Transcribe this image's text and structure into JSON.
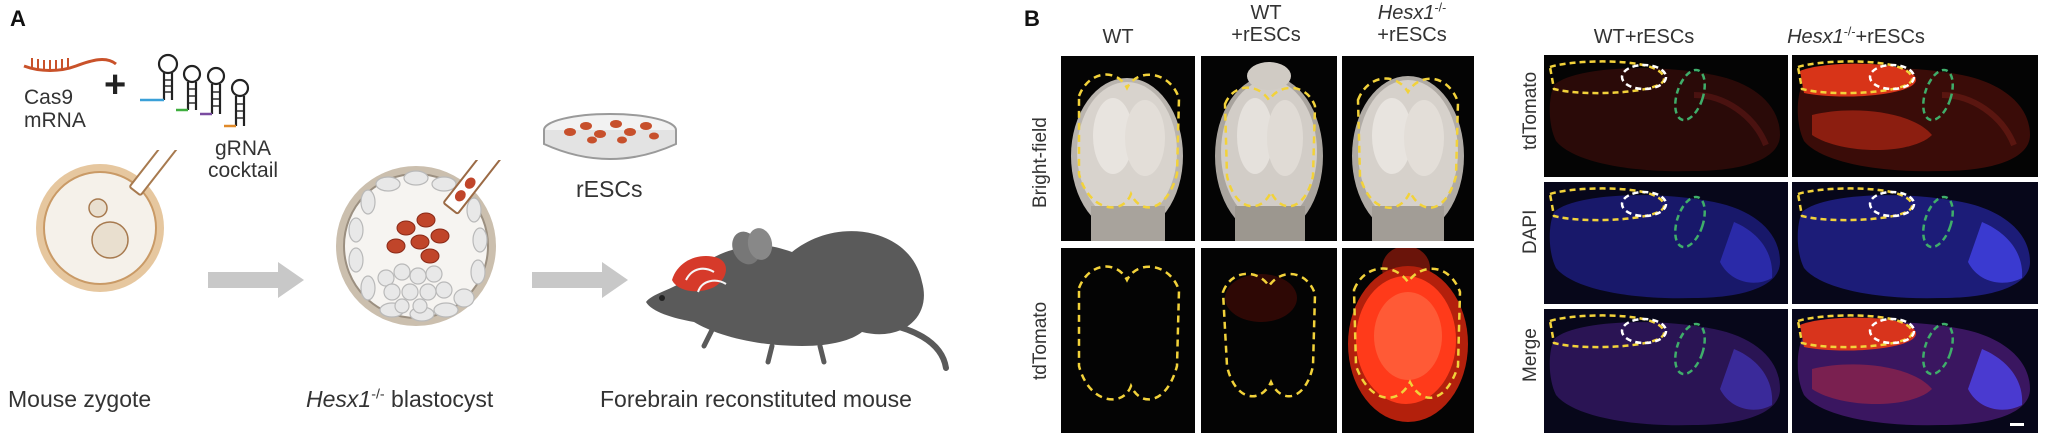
{
  "panel_a": {
    "letter": "A",
    "cas9_label_line1": "Cas9",
    "cas9_label_line2": "mRNA",
    "plus": "+",
    "grna_label_line1": "gRNA",
    "grna_label_line2": "cocktail",
    "resc_label": "rESCs",
    "zygote_caption": "Mouse zygote",
    "blastocyst_gene": "Hesx1",
    "blastocyst_sup": "-/-",
    "blastocyst_rest": " blastocyst",
    "mouse_caption": "Forebrain reconstituted mouse"
  },
  "panel_b": {
    "letter": "B",
    "col_wt": "WT",
    "col_wt_resc_line1": "WT",
    "col_wt_resc_line2": "+rESCs",
    "col_hesx_gene": "Hesx1",
    "col_hesx_sup": "-/-",
    "col_hesx_line2": "+rESCs",
    "row_brightfield": "Bright-field",
    "row_tdtomato": "tdTomato"
  },
  "panel_c": {
    "col_wt_resc": "WT+rESCs",
    "col_hesx_gene": "Hesx1",
    "col_hesx_sup": "-/-",
    "col_hesx_rest": "+rESCs",
    "row_tdtomato": "tdTomato",
    "row_dapi": "DAPI",
    "row_merge": "Merge"
  },
  "colors": {
    "outline_yellow": "#f2d23a",
    "outline_white": "#ffffff",
    "outline_green": "#3fae6a",
    "tdtomato_red": "#ff3a1a",
    "dapi_blue": "#3a3ad0",
    "arrow_gray": "#c8c8c8"
  }
}
